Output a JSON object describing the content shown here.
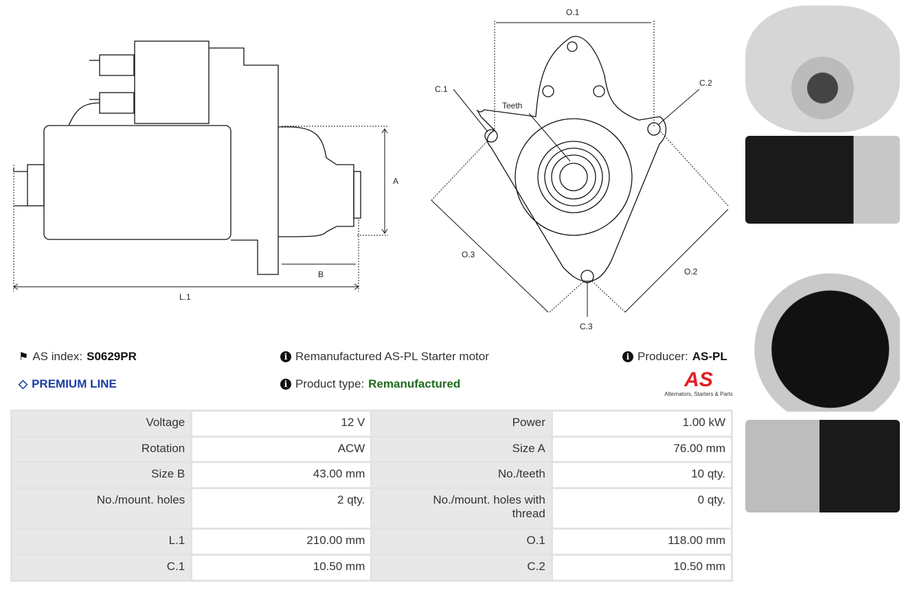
{
  "drawing_labels": {
    "a": "A",
    "b": "B",
    "l1": "L.1",
    "o1": "O.1",
    "o2": "O.2",
    "o3": "O.3",
    "c1": "C.1",
    "c2": "C.2",
    "c3": "C.3",
    "teeth": "Teeth"
  },
  "info": {
    "index_label": "AS index:",
    "index_value": "S0629PR",
    "premium": "PREMIUM LINE",
    "description": "Remanufactured AS-PL Starter motor",
    "type_label": "Product type:",
    "type_value": "Remanufactured",
    "producer_label": "Producer:",
    "producer_value": "AS-PL",
    "logo_text": "AS",
    "logo_tagline": "Alternators, Starters & Parts"
  },
  "colors": {
    "premium": "#1a3ea0",
    "type_value": "#1e6b1e",
    "logo": "#e31e24"
  },
  "specs": [
    {
      "k1": "Voltage",
      "v1": "12 V",
      "k2": "Power",
      "v2": "1.00 kW"
    },
    {
      "k1": "Rotation",
      "v1": "ACW",
      "k2": "Size A",
      "v2": "76.00 mm"
    },
    {
      "k1": "Size B",
      "v1": "43.00 mm",
      "k2": "No./teeth",
      "v2": "10 qty."
    },
    {
      "k1": "No./mount. holes",
      "v1": "2 qty.",
      "k2": "No./mount. holes with thread",
      "v2": "0 qty."
    },
    {
      "k1": "L.1",
      "v1": "210.00 mm",
      "k2": "O.1",
      "v2": "118.00 mm"
    },
    {
      "k1": "C.1",
      "v1": "10.50 mm",
      "k2": "C.2",
      "v2": "10.50 mm"
    }
  ]
}
